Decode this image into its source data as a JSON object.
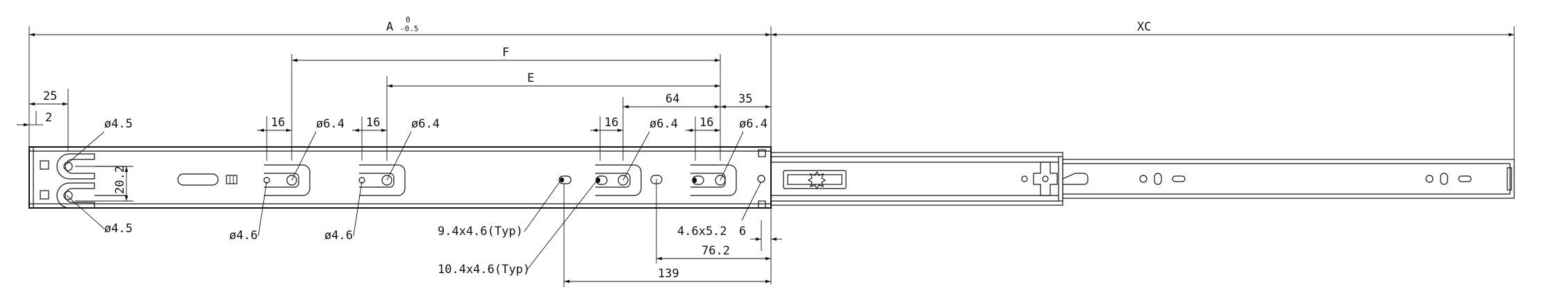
{
  "drawing": {
    "labels": {
      "a": "A",
      "a_tol_upper": "0",
      "a_tol_lower": "-0.5",
      "xc": "XC",
      "f": "F",
      "e": "E",
      "d25": "25",
      "d2": "2",
      "d64": "64",
      "d35": "35",
      "d16_1": "16",
      "d16_2": "16",
      "d16_3": "16",
      "d16_4": "16",
      "dia64_1": "ø6.4",
      "dia64_2": "ø6.4",
      "dia64_3": "ø6.4",
      "dia64_4": "ø6.4",
      "dia45_top": "ø4.5",
      "dia45_bot": "ø4.5",
      "d202": "20.2",
      "dia46_1": "ø4.6",
      "dia46_2": "ø4.6",
      "slot94": "9.4x4.6(Typ)",
      "slot104": "10.4x4.6(Typ)",
      "slot46": "4.6x5.2",
      "d6": "6",
      "d762": "76.2",
      "d139": "139"
    }
  }
}
